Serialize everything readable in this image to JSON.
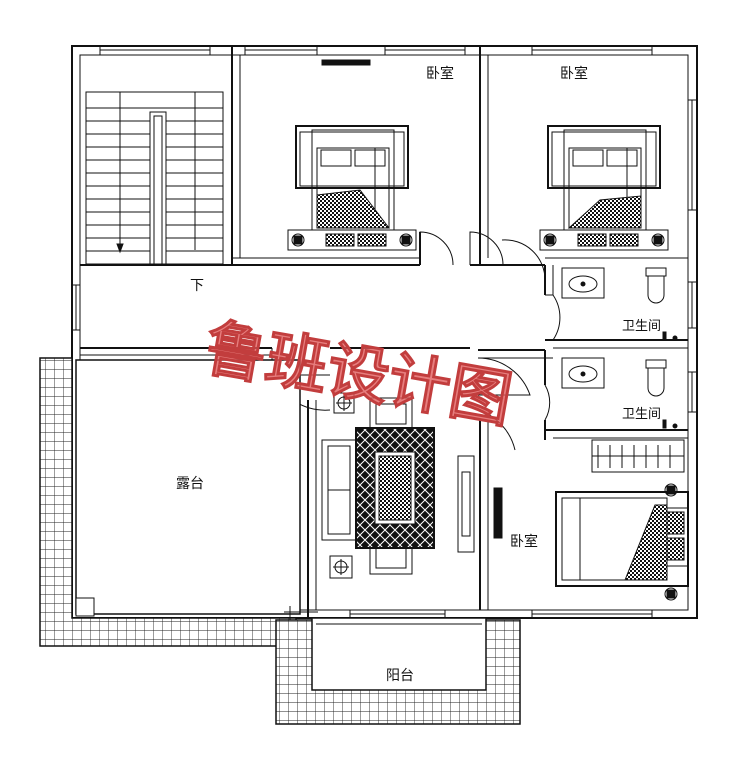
{
  "rooms": {
    "bedroom_top_left": "卧室",
    "bedroom_top_right": "卧室",
    "bedroom_lower": "卧室",
    "bathroom_upper": "卫生间",
    "bathroom_lower": "卫生间",
    "terrace": "露台",
    "balcony": "阳台"
  },
  "stair_marker": "下",
  "watermark": "鲁班设计图",
  "colors": {
    "line": "#111111",
    "watermark": "#e05a5a"
  }
}
